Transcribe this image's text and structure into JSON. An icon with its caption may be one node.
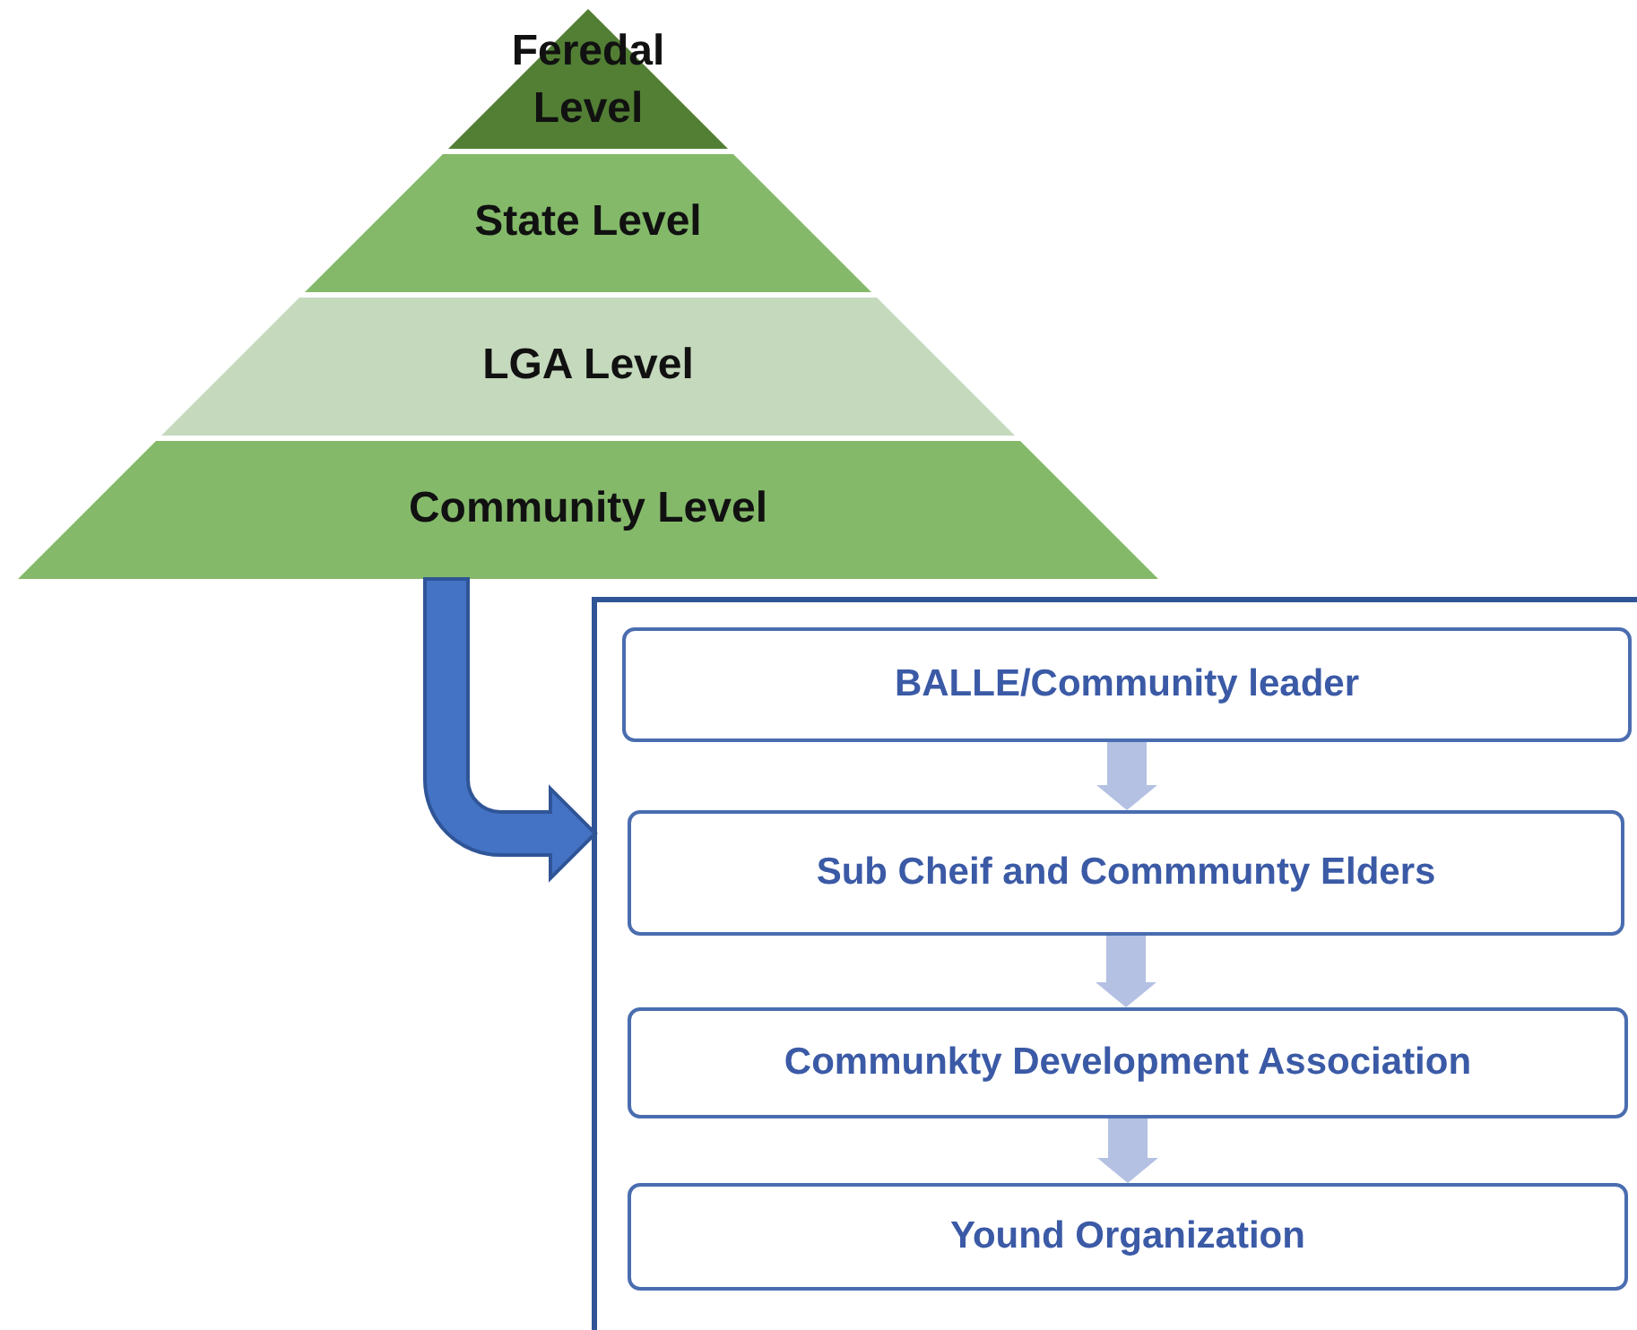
{
  "diagram": {
    "nodes": [
      {
        "text": [
          "Feredal Level"
        ]
      },
      {
        "text": [
          "State Level"
        ]
      },
      {
        "text": [
          "LGA Level"
        ]
      },
      {
        "text": [
          "Community Level"
        ]
      },
      {
        "text": [],
        "shape": "box"
      },
      {
        "text": [
          "BALLE/Community leader"
        ],
        "in": 4
      },
      {
        "text": [
          "Sub Cheif and Commmunty Elders"
        ],
        "in": 4
      },
      {
        "text": [
          "Communkty Development Association"
        ],
        "in": 4
      },
      {
        "text": [
          "Yound Organization"
        ],
        "in": 4
      }
    ],
    "edges": [
      {
        "from": 3,
        "to": 4,
        "arrow": "to",
        "style": "thick",
        "color": "#4472c4"
      },
      {
        "from": 5,
        "to": 6,
        "arrow": "to"
      },
      {
        "from": 6,
        "to": 7,
        "arrow": "to"
      },
      {
        "from": 7,
        "to": 8,
        "arrow": "to"
      }
    ]
  }
}
